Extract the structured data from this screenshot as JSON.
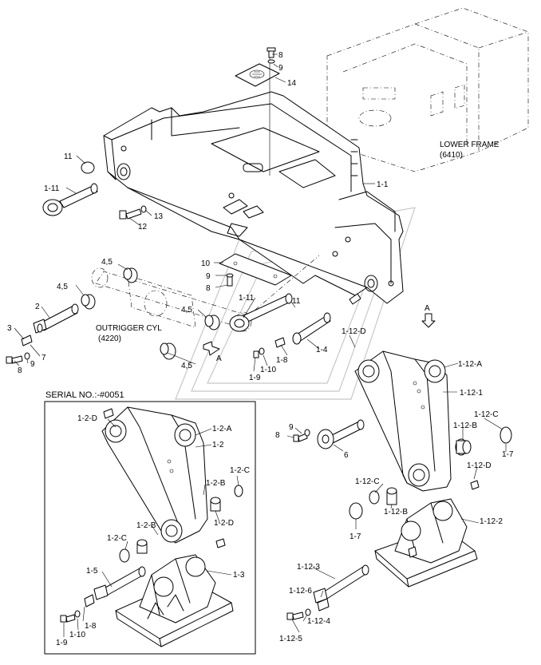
{
  "serial_note": "SERIAL NO.:-#0051",
  "assemblies": [
    {
      "name": "lower-frame",
      "lines": [
        "LOWER FRAME",
        "(6410)"
      ]
    },
    {
      "name": "outrigger-cyl",
      "lines": [
        "OUTRIGGER CYL",
        "(4220)"
      ]
    }
  ],
  "view_marker": "A",
  "callouts": [
    {
      "id": "c-8a",
      "text": "8"
    },
    {
      "id": "c-9a",
      "text": "9"
    },
    {
      "id": "c-14",
      "text": "14"
    },
    {
      "id": "c-11a",
      "text": "11"
    },
    {
      "id": "c-1-11a",
      "text": "1-11"
    },
    {
      "id": "c-13",
      "text": "13"
    },
    {
      "id": "c-12",
      "text": "12"
    },
    {
      "id": "c-1-1",
      "text": "1-1"
    },
    {
      "id": "c-10",
      "text": "10"
    },
    {
      "id": "c-9b",
      "text": "9"
    },
    {
      "id": "c-8b",
      "text": "8"
    },
    {
      "id": "c-45a",
      "text": "4,5"
    },
    {
      "id": "c-45b",
      "text": "4,5"
    },
    {
      "id": "c-45c",
      "text": "4,5"
    },
    {
      "id": "c-45d",
      "text": "4,5"
    },
    {
      "id": "c-1-11b",
      "text": "1-11"
    },
    {
      "id": "c-11b",
      "text": "11"
    },
    {
      "id": "c-2",
      "text": "2"
    },
    {
      "id": "c-3a",
      "text": "3"
    },
    {
      "id": "c-7a",
      "text": "7"
    },
    {
      "id": "c-9c",
      "text": "9"
    },
    {
      "id": "c-8c",
      "text": "8"
    },
    {
      "id": "c-1-12-d-top",
      "text": "1-12-D"
    },
    {
      "id": "c-1-8a",
      "text": "1-8"
    },
    {
      "id": "c-1-4",
      "text": "1-4"
    },
    {
      "id": "c-1-10a",
      "text": "1-10"
    },
    {
      "id": "c-1-9a",
      "text": "1-9"
    },
    {
      "id": "c-1-12-a",
      "text": "1-12-A"
    },
    {
      "id": "c-1-12-1",
      "text": "1-12-1"
    },
    {
      "id": "c-1-12-c",
      "text": "1-12-C"
    },
    {
      "id": "c-1-12-b",
      "text": "1-12-B"
    },
    {
      "id": "c-7b",
      "text": "1-7"
    },
    {
      "id": "c-1-12-d-right",
      "text": "1-12-D"
    },
    {
      "id": "c-9d",
      "text": "9"
    },
    {
      "id": "c-8d",
      "text": "8"
    },
    {
      "id": "c-6",
      "text": "6"
    },
    {
      "id": "c-1-12-c2",
      "text": "1-12-C"
    },
    {
      "id": "c-1-12-b2",
      "text": "1-12-B"
    },
    {
      "id": "c-1-7c",
      "text": "1-7"
    },
    {
      "id": "c-1-12-2",
      "text": "1-12-2"
    },
    {
      "id": "c-1-12-3",
      "text": "1-12-3"
    },
    {
      "id": "c-1-12-6",
      "text": "1-12-6"
    },
    {
      "id": "c-1-12-4",
      "text": "1-12-4"
    },
    {
      "id": "c-1-12-5",
      "text": "1-12-5"
    },
    {
      "id": "c-1-2-d",
      "text": "1-2-D"
    },
    {
      "id": "c-1-2-a",
      "text": "1-2-A"
    },
    {
      "id": "c-1-2",
      "text": "1-2"
    },
    {
      "id": "c-1-2-c",
      "text": "1-2-C"
    },
    {
      "id": "c-1-2-b",
      "text": "1-2-B"
    },
    {
      "id": "c-1-2-d2",
      "text": "1-2-D"
    },
    {
      "id": "c-1-2-b2",
      "text": "1-2-B"
    },
    {
      "id": "c-1-2-c2",
      "text": "1-2-C"
    },
    {
      "id": "c-1-5",
      "text": "1-5"
    },
    {
      "id": "c-1-3",
      "text": "1-3"
    },
    {
      "id": "c-1-8b",
      "text": "1-8"
    },
    {
      "id": "c-1-10b",
      "text": "1-10"
    },
    {
      "id": "c-1-9b",
      "text": "1-9"
    }
  ]
}
